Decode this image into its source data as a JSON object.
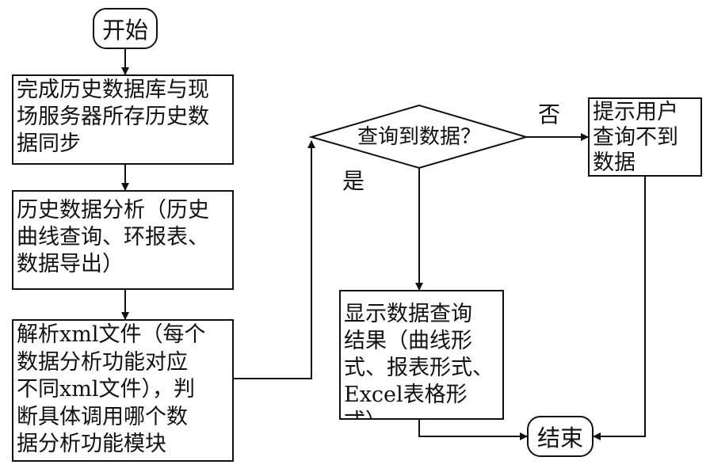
{
  "diagram": {
    "nodes": {
      "start": "开始",
      "sync": "完成历史数据库与现\n场服务器所存历史数\n据同步",
      "analysis": "历史数据分析（历史\n曲线查询、环报表、\n数据导出）",
      "parse": "解析xml文件（每个\n数据分析功能对应\n不同xml文件），判\n断具体调用哪个数\n据分析功能模块",
      "decision": "查询到数据？",
      "no_data": "提示用户\n查询不到\n数据",
      "show_result": "显示数据查询\n结果（曲线形\n式、报表形式、\nExcel表格形式）",
      "end": "结束"
    },
    "edge_labels": {
      "no": "否",
      "yes": "是"
    }
  },
  "colors": {
    "stroke": "#111111",
    "background": "#ffffff"
  }
}
